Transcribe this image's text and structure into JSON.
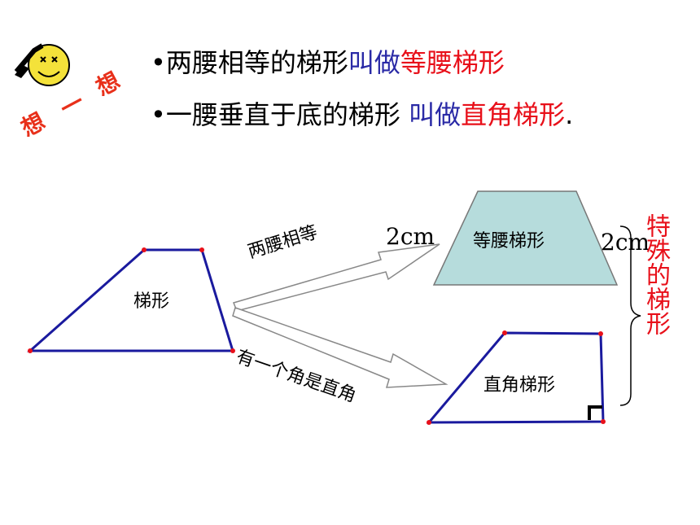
{
  "header": {
    "badge_chars": [
      "想",
      "一",
      "想"
    ],
    "line1": {
      "part1": "•两腰相等的梯形",
      "part2": "叫做",
      "part3": "等腰梯形"
    },
    "line2": {
      "part1": "•一腰垂直于底的梯形 ",
      "part2": "叫做",
      "part3": "直角梯形",
      "part4": "."
    }
  },
  "diagram": {
    "trapezoid_label": "梯形",
    "arrow_top_label": "两腰相等",
    "arrow_bottom_label": "有一个角是直角",
    "isosceles_label": "等腰梯形",
    "right_label": "直角梯形",
    "dim_left": "2cm",
    "dim_right": "2cm",
    "special_label": "特殊的梯形"
  },
  "colors": {
    "outline_blue": "#1a1a9e",
    "fill_teal": "#b6dcdc",
    "accent_red": "#e8101a",
    "text_blue": "#2a2aa6"
  }
}
